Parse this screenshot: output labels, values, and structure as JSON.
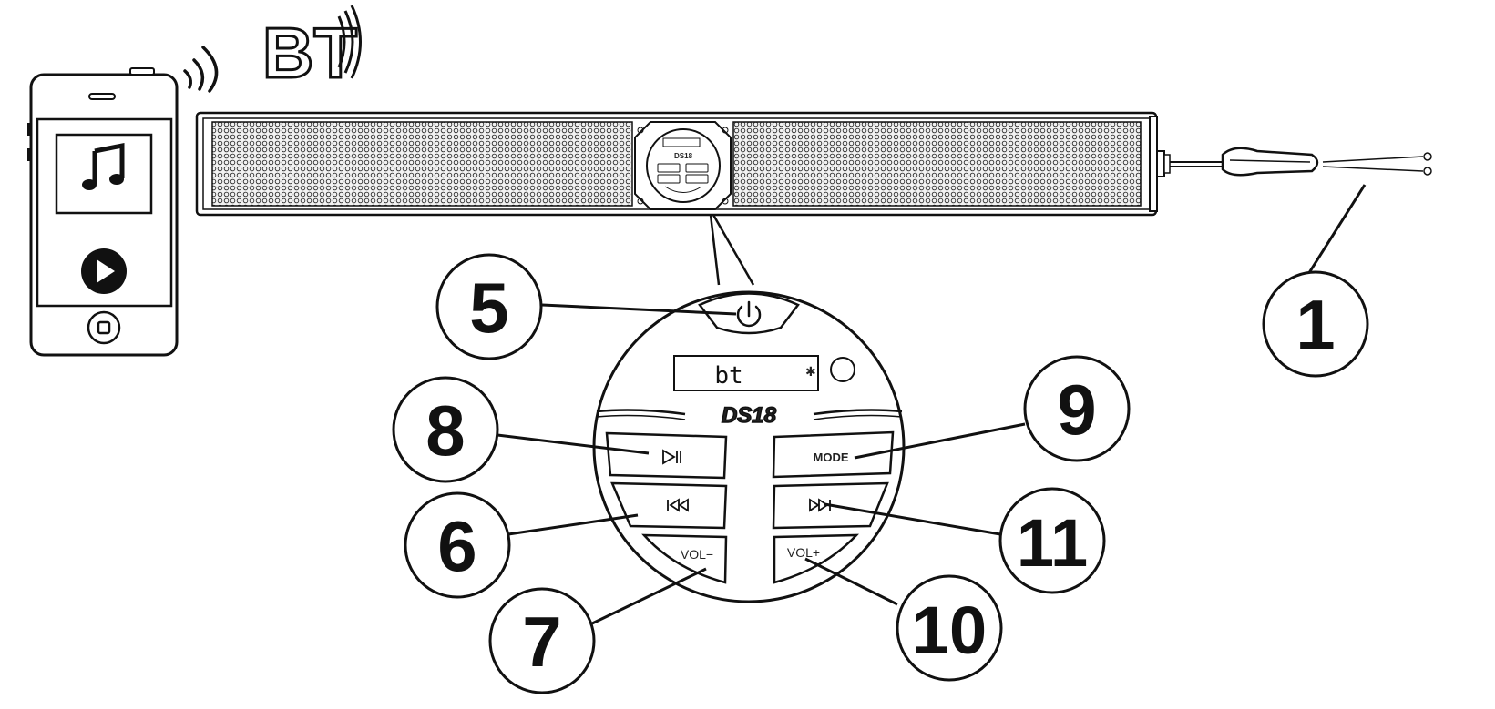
{
  "header": {
    "bt_logo": "BT"
  },
  "phone": {
    "screen_icon": "music-note-icon",
    "play_icon": "play-icon",
    "home_icon": "home-button-icon"
  },
  "soundbar": {
    "brand": "DS18"
  },
  "control_panel": {
    "display_text": "bt",
    "bluetooth_indicator": "bluetooth-icon",
    "brand": "DS18",
    "mode_label": "MODE",
    "vol_down_label": "VOL−",
    "vol_up_label": "VOL+",
    "play_pause_icon": "play-pause-icon",
    "prev_icon": "previous-track-icon",
    "next_icon": "next-track-icon",
    "power_icon": "power-icon"
  },
  "callouts": {
    "c1": "1",
    "c5": "5",
    "c6": "6",
    "c7": "7",
    "c8": "8",
    "c9": "9",
    "c10": "10",
    "c11": "11"
  },
  "colors": {
    "line": "#111111",
    "grille": "#444444",
    "background": "#ffffff"
  }
}
